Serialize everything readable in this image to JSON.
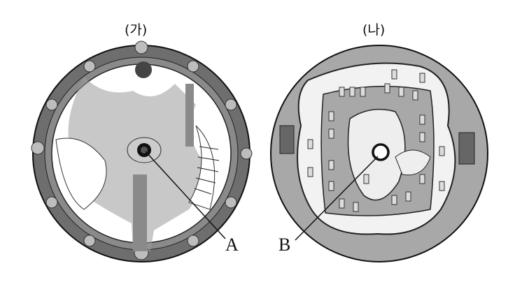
{
  "figures": [
    {
      "label": "(가)",
      "marker": "A"
    },
    {
      "label": "(나)",
      "marker": "B"
    }
  ],
  "colors": {
    "ring": "#6e6e6e",
    "land": "#9a9a9a",
    "sea": "#ffffff",
    "ink": "#111111"
  }
}
